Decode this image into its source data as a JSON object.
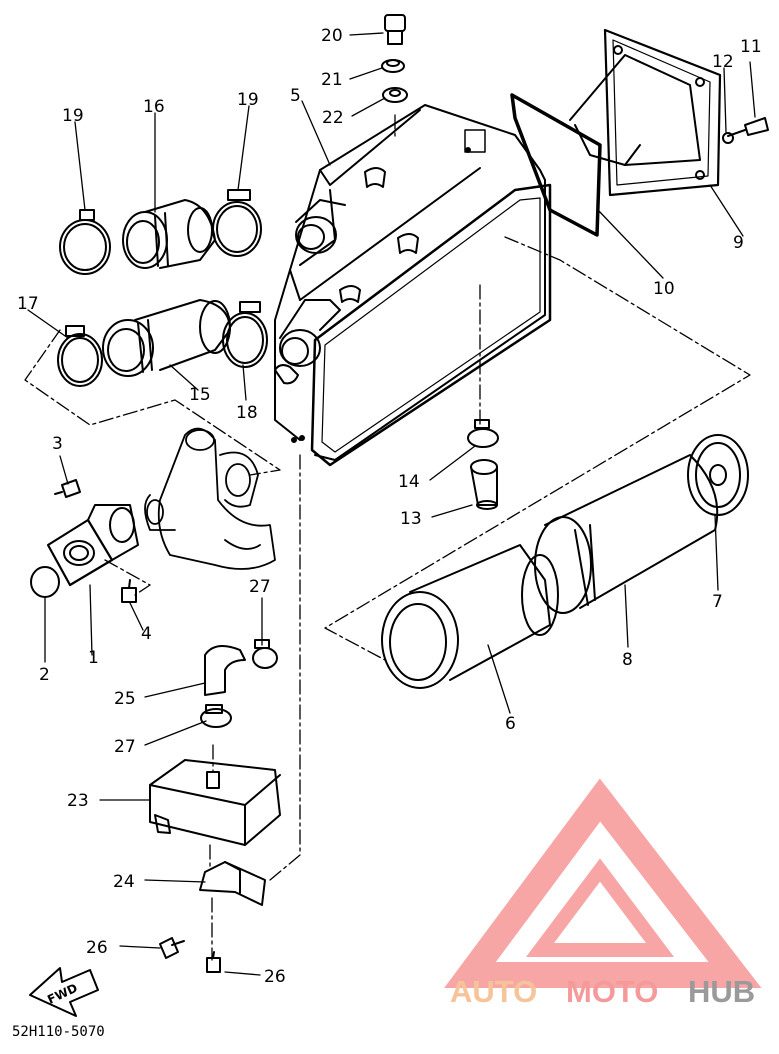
{
  "diagram": {
    "callouts": [
      "20",
      "21",
      "22",
      "5",
      "19",
      "16",
      "19",
      "11",
      "12",
      "9",
      "10",
      "17",
      "15",
      "18",
      "3",
      "14",
      "13",
      "7",
      "8",
      "27",
      "4",
      "2",
      "1",
      "25",
      "27",
      "6",
      "23",
      "24",
      "26",
      "26"
    ],
    "drawing_code": "52H110-5070",
    "fwd_label": "FWD"
  },
  "watermark": {
    "part1": "AUTO",
    "part2": "MOTO",
    "part3": "HUB",
    "colors": {
      "auto": "#f7c49a",
      "moto": "#f59a9a",
      "hub": "#9a9a9a",
      "logo": "#f27a7a"
    }
  }
}
